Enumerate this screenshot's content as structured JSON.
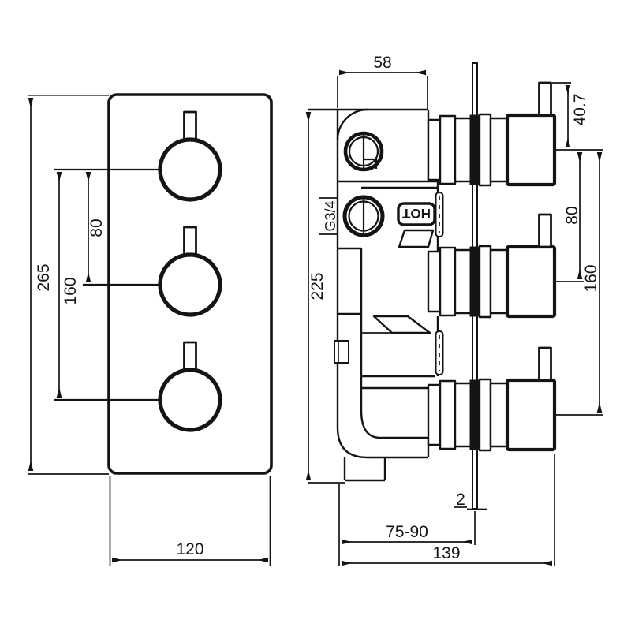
{
  "drawing": {
    "front_view": {
      "overall_height": "265",
      "overall_width": "120",
      "handle_spacing": "80",
      "handle_spacing_outer": "160"
    },
    "side_view": {
      "body_depth": "58",
      "body_height": "225",
      "handle_top_offset": "40.7",
      "handle_spacing": "80",
      "handle_spacing_outer": "160",
      "plate_thickness": "2",
      "wall_depth_range": "75-90",
      "overall_depth": "139",
      "inlet_thread": "G3/4",
      "hot_marking": "HOT"
    }
  }
}
